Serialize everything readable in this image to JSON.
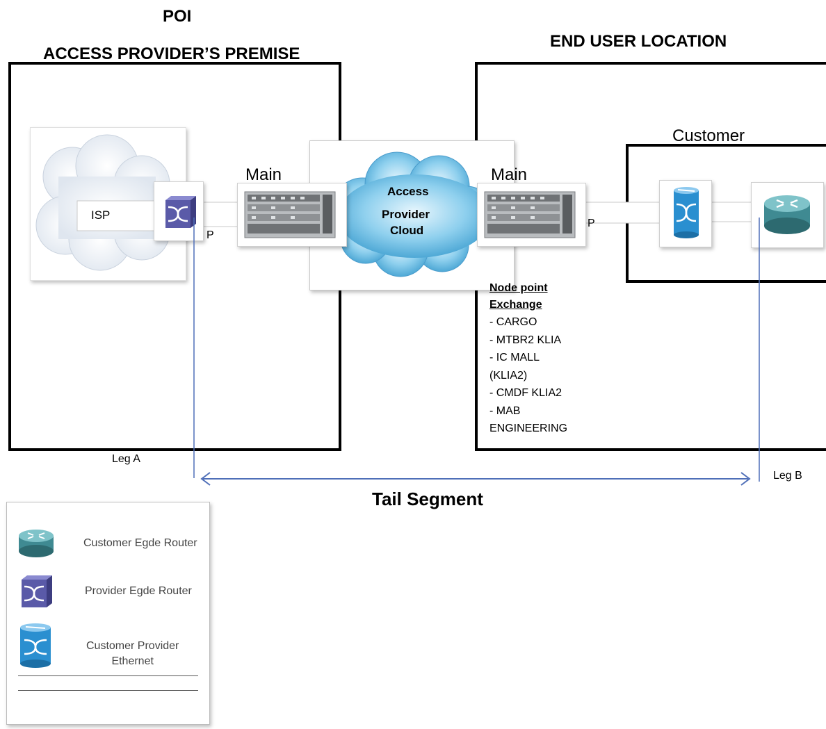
{
  "headers": {
    "poi": "POI",
    "access_premise": "ACCESS PROVIDER’S PREMISE",
    "end_user": "END USER LOCATION"
  },
  "labels": {
    "customer": "Customer",
    "isp": "ISP",
    "main_left": "Main",
    "main_right": "Main",
    "p_left": "P",
    "p_right": "P",
    "cloud_line1": "Access",
    "cloud_line2": "Provider",
    "cloud_line3": "Cloud",
    "leg_a": "Leg A",
    "leg_b": "Leg B",
    "tail_segment": "Tail Segment"
  },
  "node_point": {
    "heading1": "Node point",
    "heading2": "Exchange",
    "items": [
      "- CARGO",
      "- MTBR2 KLIA",
      "- IC MALL",
      "(KLIA2)",
      "- CMDF KLIA2",
      "- MAB",
      "ENGINEERING"
    ]
  },
  "legend": {
    "items": [
      {
        "icon": "customer-edge-router-icon",
        "label": "Customer Egde Router"
      },
      {
        "icon": "provider-edge-router-icon",
        "label": "Provider Egde Router"
      },
      {
        "icon": "customer-provider-ethernet-icon",
        "label_line1": "Customer Provider",
        "label_line2": "Ethernet"
      }
    ]
  },
  "colors": {
    "frame": "#000000",
    "leg_line": "#4f6fb8",
    "cloud_blue": "#5fb6e0",
    "router_purple": "#5a5aa8",
    "ethernet_blue": "#2a8fd0",
    "customer_router": "#3f8a92"
  }
}
